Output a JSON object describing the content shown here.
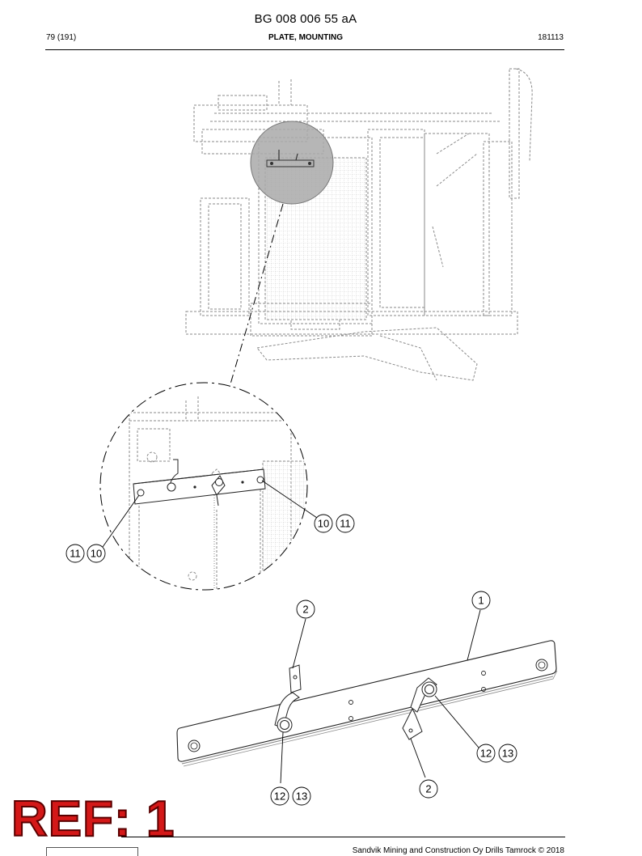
{
  "header": {
    "doc_id": "BG 008 006 55 aA",
    "page_count": "79 (191)",
    "part_name": "PLATE, MOUNTING",
    "date_code": "181113"
  },
  "callouts": {
    "detail_left": [
      "11",
      "10"
    ],
    "detail_right": [
      "10",
      "11"
    ],
    "plate": "1",
    "bracket_top": "2",
    "bracket_bottom": "2",
    "bolt_left": [
      "12",
      "13"
    ],
    "bolt_right": [
      "12",
      "13"
    ]
  },
  "footer": {
    "copyright": "Sandvik Mining and Construction Oy Drills Tamrock © 2018"
  },
  "stamp": {
    "label": "REF: 1",
    "color": "#d41818"
  }
}
